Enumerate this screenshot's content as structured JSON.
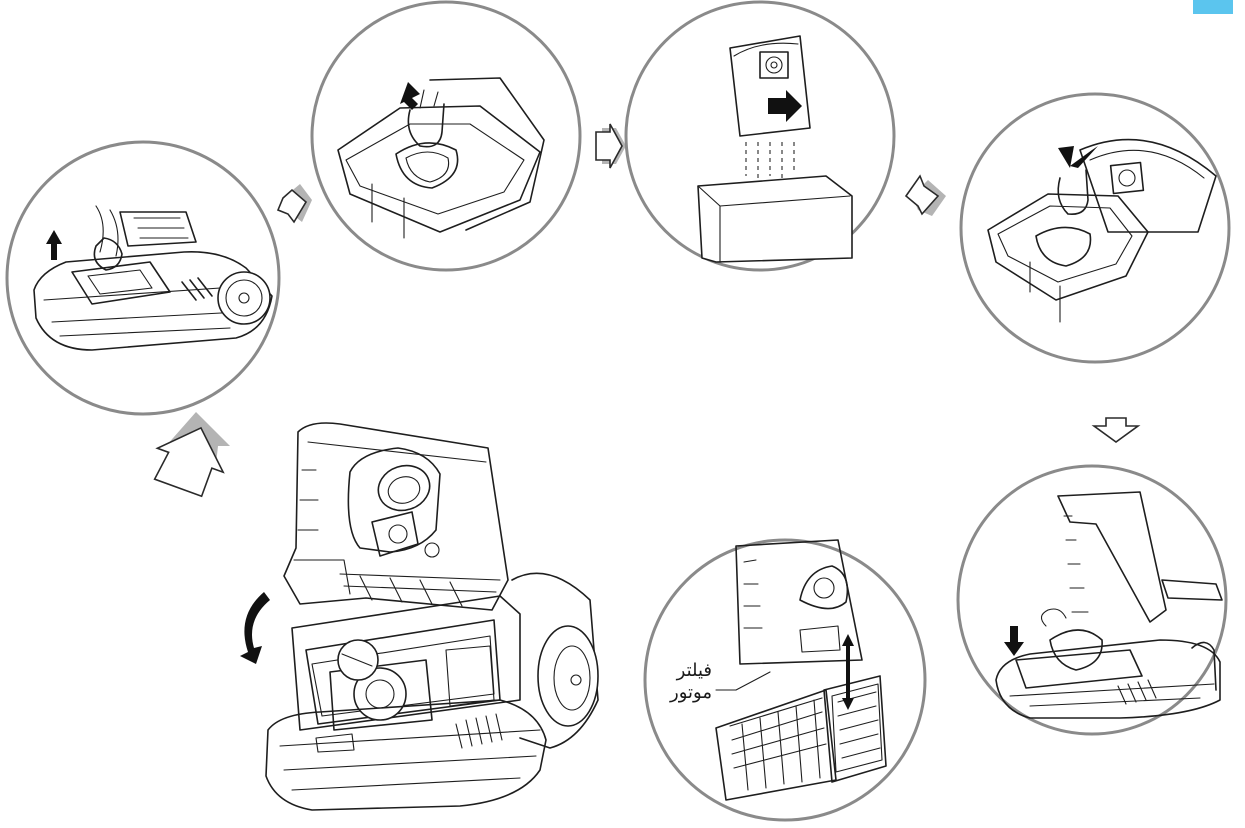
{
  "motor_filter_label": {
    "line1": "فیلتر",
    "line2": "موتور"
  },
  "colors": {
    "accent_tab": "#5bc5ee",
    "frame_stroke": "#8a8a8a",
    "line": "#1e1e1e"
  },
  "steps": [
    {
      "id": "lift-lid-handle",
      "icon": "upward-arrow-icon"
    },
    {
      "id": "lift-bag-holder",
      "icon": "diagonal-arrow-icon"
    },
    {
      "id": "empty-dust-bag",
      "icon": "right-arrow-icon"
    },
    {
      "id": "insert-new-bag",
      "icon": "diagonal-arrow-icon"
    },
    {
      "id": "close-holder",
      "icon": "down-arrow-icon"
    },
    {
      "id": "motor-filter",
      "icon": "double-arrow-icon"
    },
    {
      "id": "open-lid",
      "icon": "rotate-arrow-icon"
    }
  ]
}
